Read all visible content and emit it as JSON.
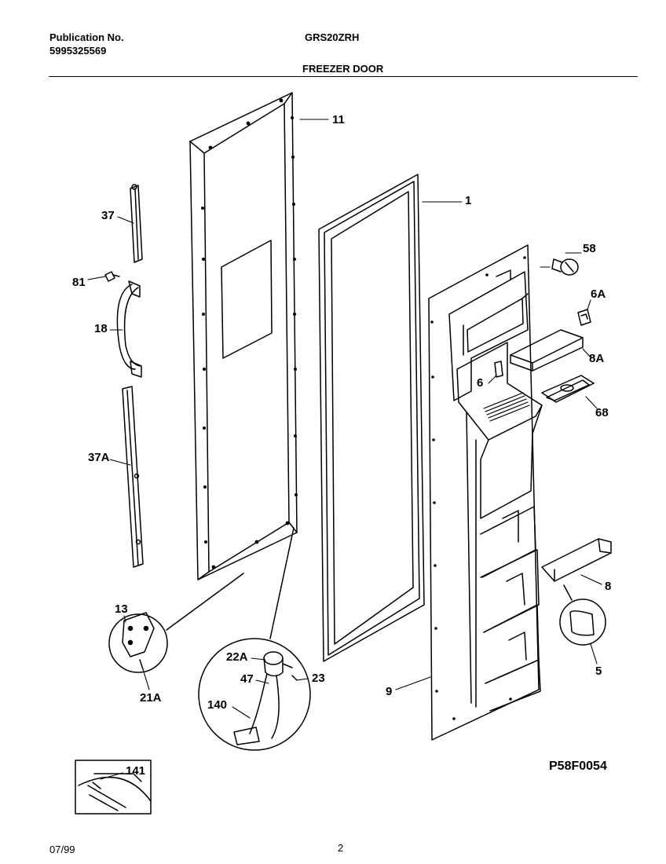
{
  "header": {
    "publication_label": "Publication No.",
    "publication_number": "5995325569",
    "model": "GRS20ZRH",
    "section_title": "FREEZER DOOR"
  },
  "diagram": {
    "code": "P58F0054",
    "callouts": {
      "c11": "11",
      "c1": "1",
      "c37": "37",
      "c81": "81",
      "c18": "18",
      "c37A": "37A",
      "c58": "58",
      "c6A": "6A",
      "c8A": "8A",
      "c6": "6",
      "c68": "68",
      "c8": "8",
      "c5": "5",
      "c9": "9",
      "c13": "13",
      "c21A": "21A",
      "c22A": "22A",
      "c47": "47",
      "c23": "23",
      "c140": "140",
      "c141": "141"
    }
  },
  "footer": {
    "date": "07/99",
    "page": "2"
  }
}
